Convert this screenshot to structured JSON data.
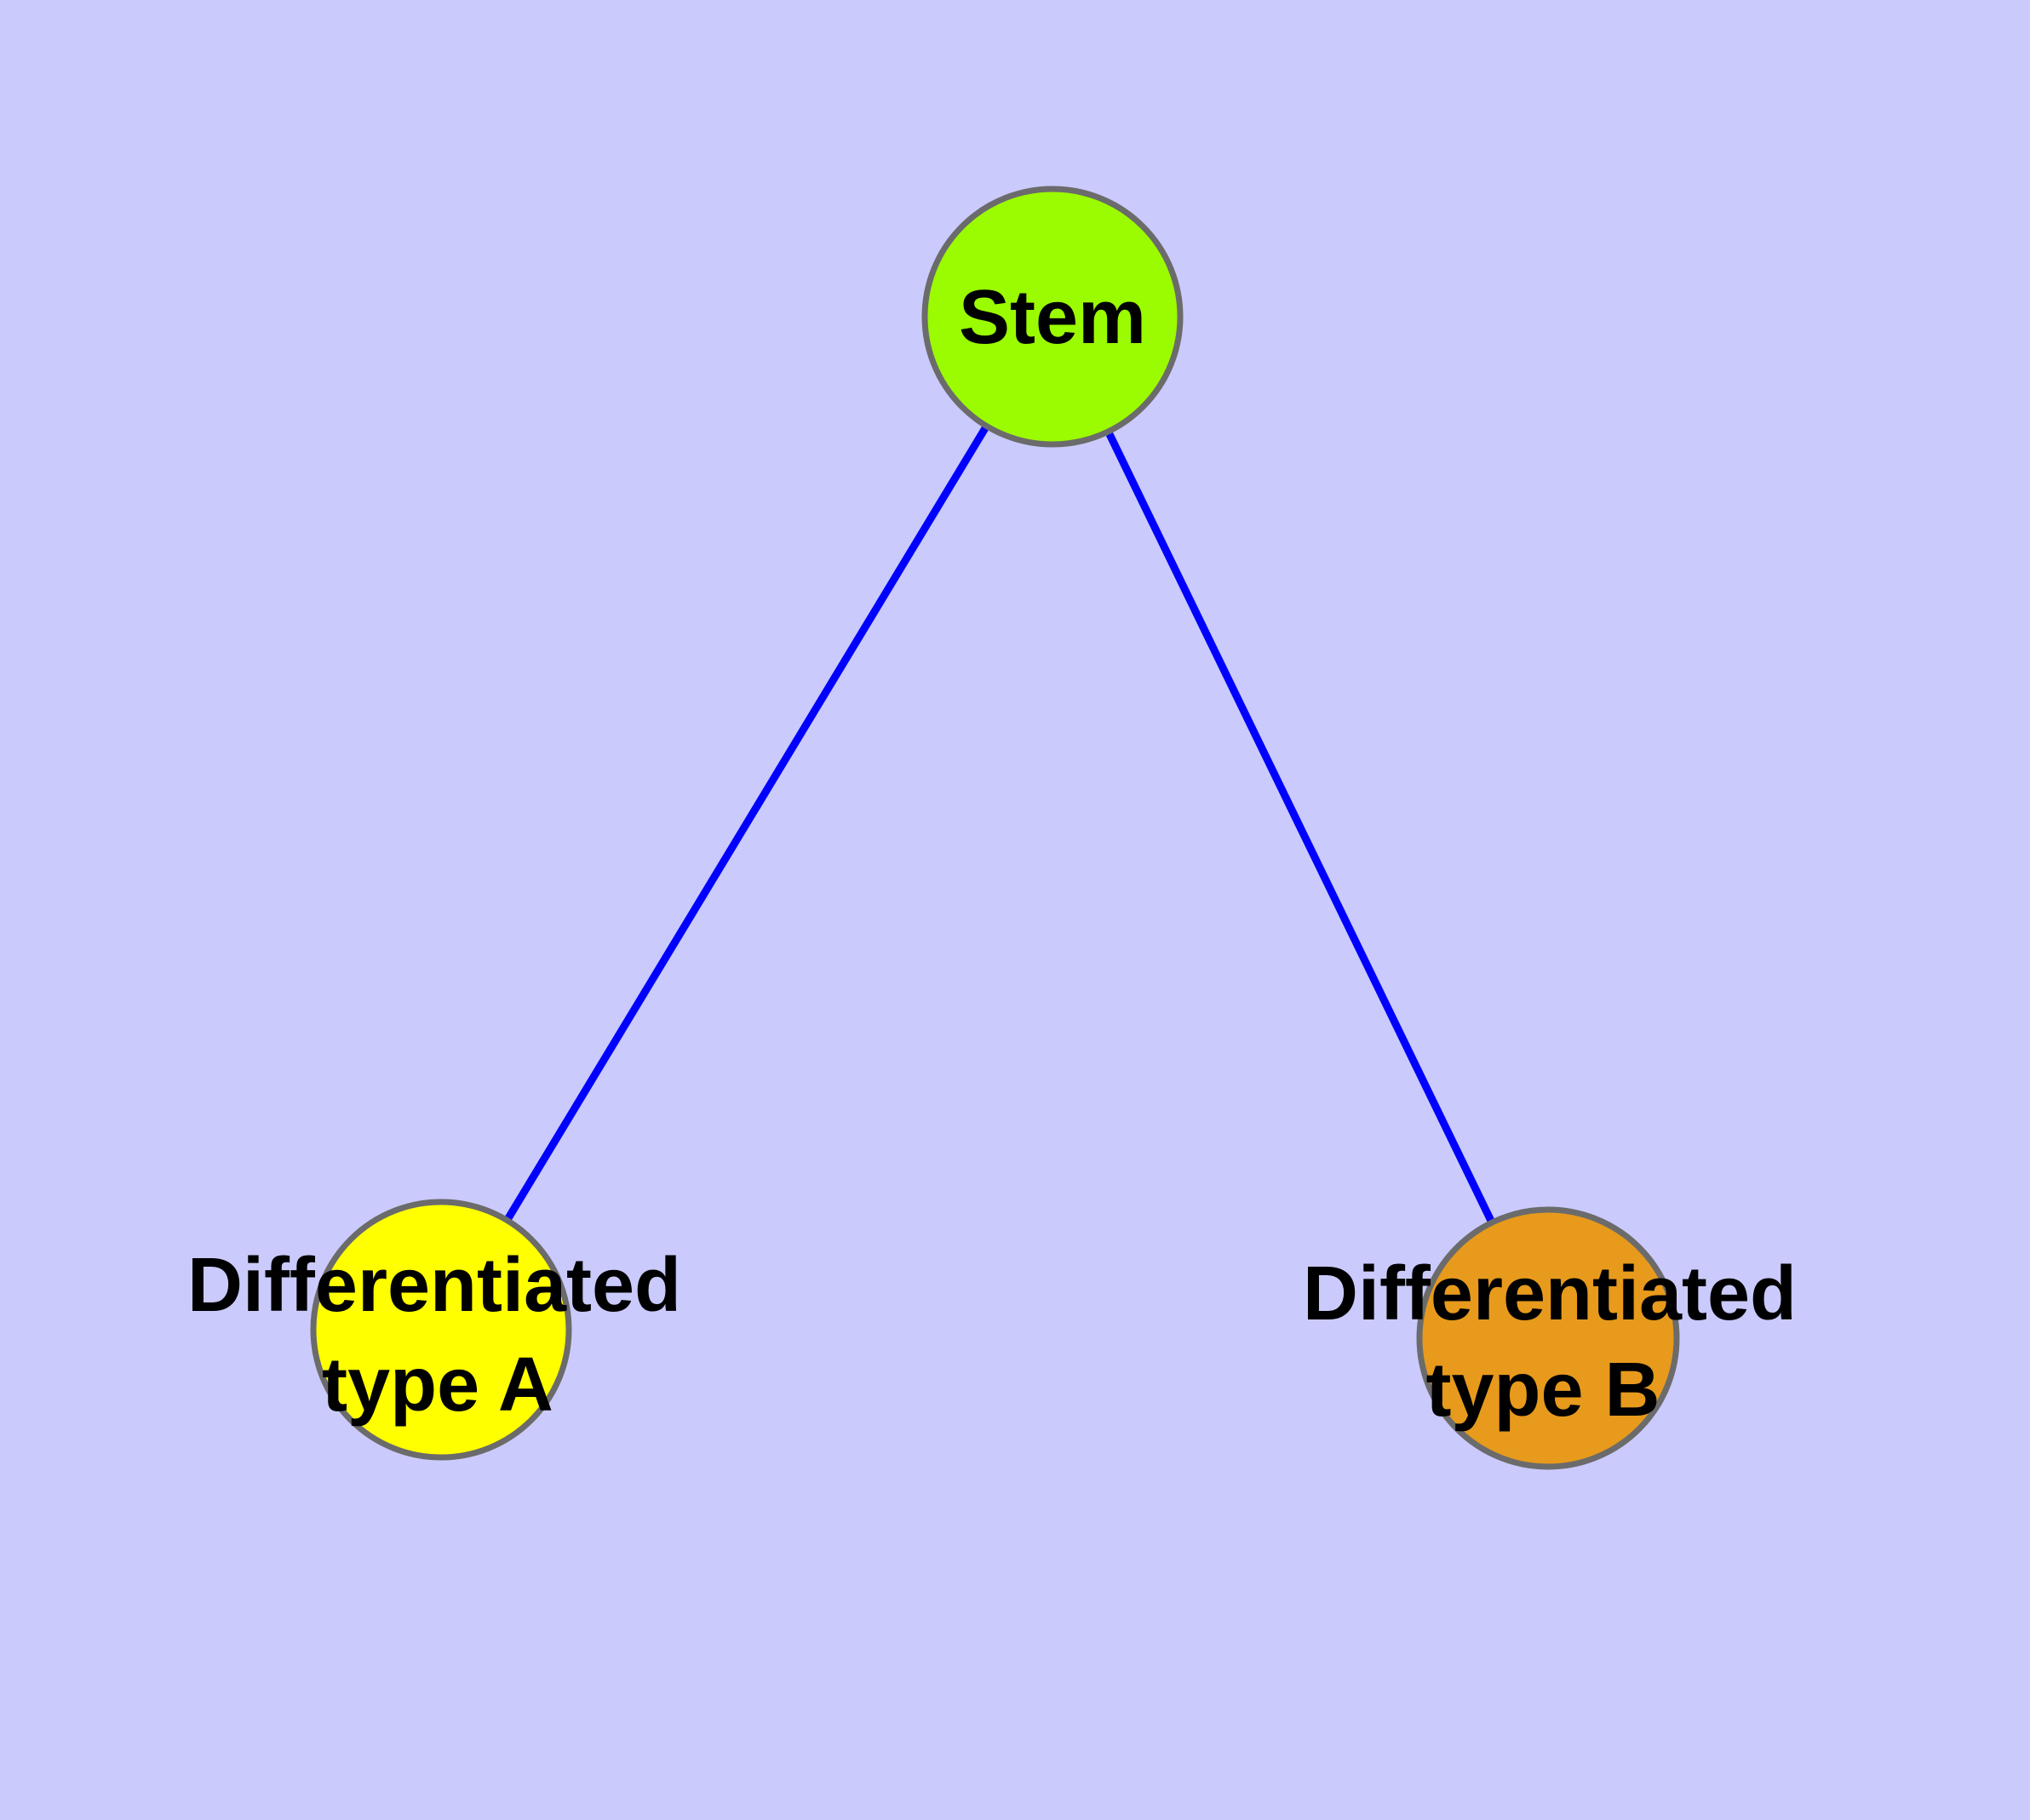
{
  "diagram": {
    "type": "node-link-graph",
    "background_color": "#CACAFC",
    "node_border_color": "#6B6B6B",
    "edge_color": "#0000FF",
    "label_color": "#000000",
    "nodes": [
      {
        "id": "stem",
        "label": "Stem",
        "line1": "Stem",
        "line2": "",
        "fill": "#9BFB00",
        "border": "#6B6B6B"
      },
      {
        "id": "differentiated-type-a",
        "label": "Differentiated type A",
        "line1": "Differentiated",
        "line2": "type A",
        "fill": "#FFFF00",
        "border": "#6B6B6B"
      },
      {
        "id": "differentiated-type-b",
        "label": "Differentiated type B",
        "line1": "Differentiated",
        "line2": "type B",
        "fill": "#E79A1C",
        "border": "#6B6B6B"
      }
    ],
    "edges": [
      {
        "from": "stem",
        "to": "differentiated-type-a",
        "color": "#0000FF"
      },
      {
        "from": "stem",
        "to": "differentiated-type-b",
        "color": "#0000FF"
      }
    ]
  }
}
